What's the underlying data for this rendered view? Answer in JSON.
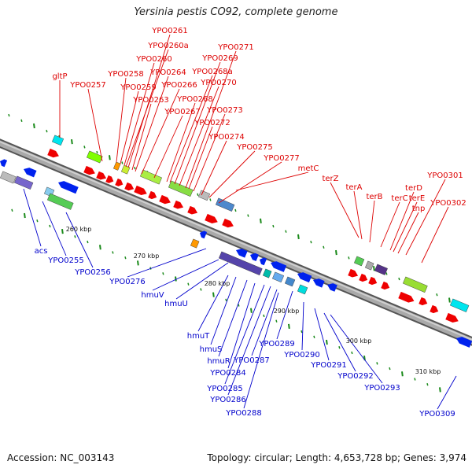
{
  "title": "Yersinia pestis CO92, complete genome",
  "footer": {
    "accession": "Accession: NC_003143",
    "topology": "Topology: circular; Length: 4,653,728 bp; Genes: 3,974"
  },
  "colors": {
    "forward_label": "#dd0000",
    "reverse_label": "#0000cc",
    "backbone": "#a9a9a9",
    "tick": "#1a8a1a"
  },
  "ruler_labels": [
    "260 kbp",
    "270 kbp",
    "280 kbp",
    "290 kbp",
    "300 kbp",
    "310 kbp"
  ],
  "forward_labels": [
    "gltP",
    "YPO0257",
    "YPO0258",
    "YPO0259",
    "YPO0260",
    "YPO0260a",
    "YPO0261",
    "YPO0263",
    "YPO0264",
    "YPO0266",
    "YPO0267",
    "YPO0268",
    "YPO0268a",
    "YPO0269",
    "YPO0270",
    "YPO0271",
    "YPO0272",
    "YPO0273",
    "YPO0274",
    "YPO0275",
    "YPO0277",
    "metC",
    "terZ",
    "terA",
    "terB",
    "terC",
    "terD",
    "terE",
    "tnp",
    "YPO0301",
    "YPO0302"
  ],
  "reverse_labels": [
    "acs",
    "YPO0255",
    "YPO0256",
    "YPO0276",
    "hmuV",
    "hmuU",
    "hmuT",
    "hmuS",
    "hmuR",
    "YPO0284",
    "YPO0285",
    "YPO0286",
    "YPO0287",
    "YPO0288",
    "YPO0289",
    "YPO0290",
    "YPO0291",
    "YPO0292",
    "YPO0293",
    "YPO0309"
  ]
}
